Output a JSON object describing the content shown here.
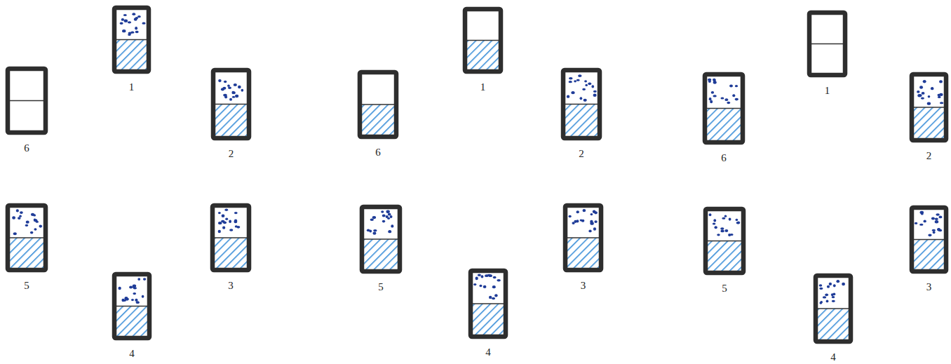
{
  "diagram": {
    "labels": [
      "1",
      "2",
      "3",
      "4",
      "5",
      "6",
      "1",
      "2",
      "3",
      "4",
      "5",
      "6",
      "1",
      "2",
      "3",
      "4",
      "5",
      "6"
    ]
  }
}
